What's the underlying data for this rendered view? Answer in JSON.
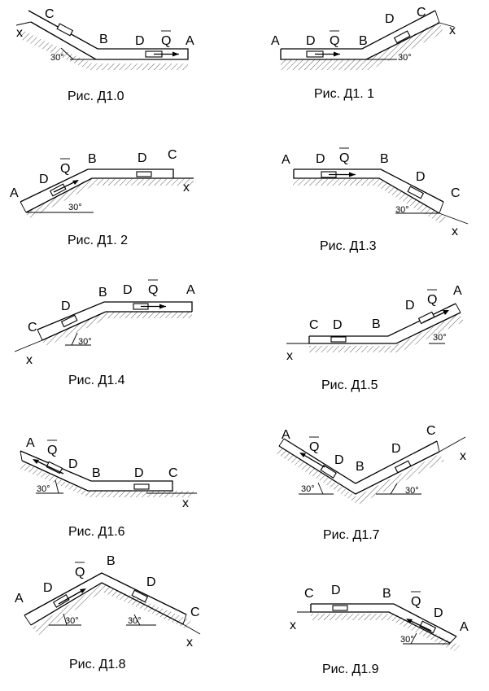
{
  "angle_label": "30°",
  "figures": [
    {
      "caption": "Рис. Д1.0",
      "labels": {
        "x": "x",
        "C": "C",
        "B": "B",
        "D1": "D",
        "Q": "Q",
        "A": "A"
      }
    },
    {
      "caption": "Рис. Д1. 1",
      "labels": {
        "A": "A",
        "D1": "D",
        "Q": "Q",
        "B": "B",
        "D2": "D",
        "C": "C",
        "x": "x"
      }
    },
    {
      "caption": "Рис. Д1. 2",
      "labels": {
        "A": "A",
        "D1": "D",
        "Q": "Q",
        "B": "B",
        "D2": "D",
        "C": "C",
        "x": "x"
      }
    },
    {
      "caption": "Рис. Д1.3",
      "labels": {
        "A": "A",
        "D1": "D",
        "Q": "Q",
        "B": "B",
        "D2": "D",
        "C": "C",
        "x": "x"
      }
    },
    {
      "caption": "Рис. Д1.4",
      "labels": {
        "C": "C",
        "x": "x",
        "D2": "D",
        "B": "B",
        "D1": "D",
        "Q": "Q",
        "A": "A"
      }
    },
    {
      "caption": "Рис. Д1.5",
      "labels": {
        "C": "C",
        "D2": "D",
        "B": "B",
        "x": "x",
        "D1": "D",
        "Q": "Q",
        "A": "A"
      }
    },
    {
      "caption": "Рис. Д1.6",
      "labels": {
        "A": "A",
        "Q": "Q",
        "D1": "D",
        "B": "B",
        "D2": "D",
        "C": "C",
        "x": "x"
      }
    },
    {
      "caption": "Рис. Д1.7",
      "labels": {
        "A": "A",
        "Q": "Q",
        "D1": "D",
        "B": "B",
        "D2": "D",
        "C": "C",
        "x": "x"
      }
    },
    {
      "caption": "Рис. Д1.8",
      "labels": {
        "A": "A",
        "D1": "D",
        "Q": "Q",
        "B": "B",
        "D2": "D",
        "C": "C",
        "x": "x"
      }
    },
    {
      "caption": "Рис. Д1.9",
      "labels": {
        "C": "C",
        "D2": "D",
        "B": "B",
        "x": "x",
        "Q": "Q",
        "D1": "D",
        "A": "A"
      }
    }
  ]
}
